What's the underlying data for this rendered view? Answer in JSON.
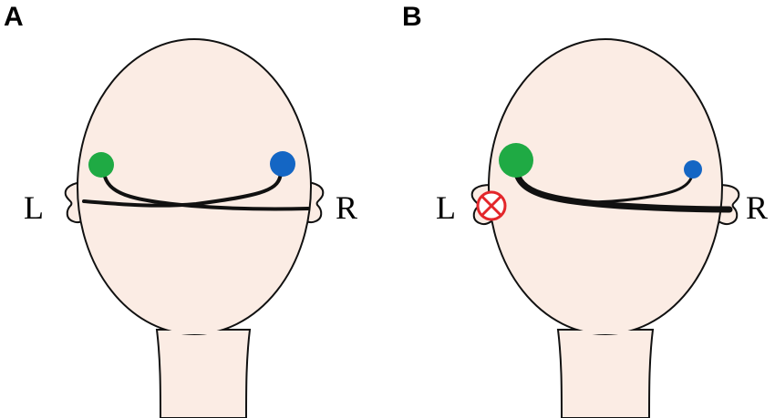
{
  "colors": {
    "skin": "#fbece4",
    "outline": "#111111",
    "green": "#1faa44",
    "blue": "#1466c4",
    "cross": "#e3262a"
  },
  "panels": [
    {
      "letter": "A",
      "left_label": "L",
      "right_label": "R",
      "left_marker": "green-circle",
      "right_marker": "blue-circle"
    },
    {
      "letter": "B",
      "left_label": "L",
      "right_label": "R",
      "left_marker": "green-circle-large",
      "right_marker": "blue-circle-small",
      "ear_marker": "crossed-circle-icon"
    }
  ]
}
